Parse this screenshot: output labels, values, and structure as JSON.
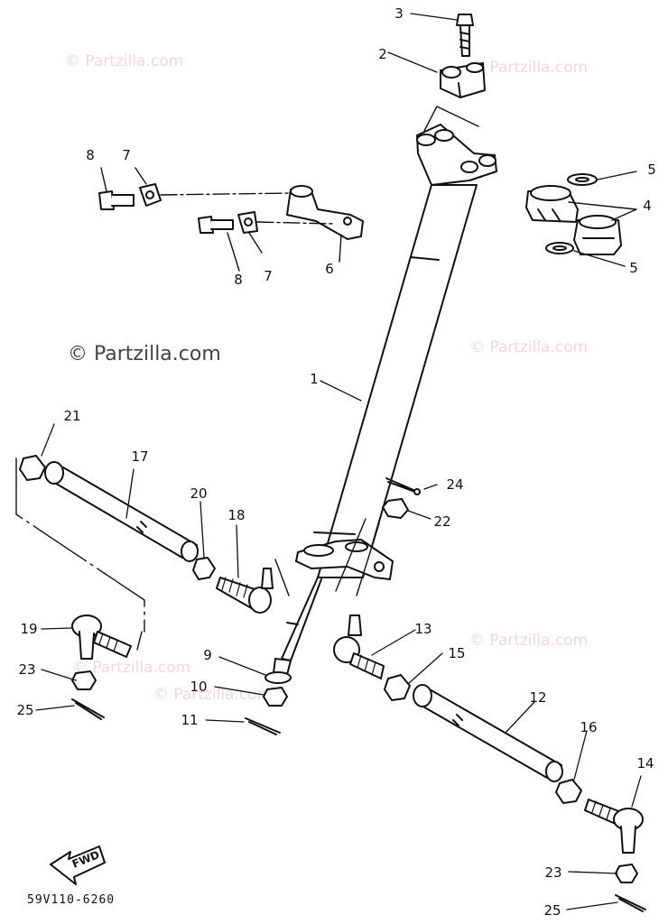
{
  "watermarks": [
    "© Partzilla.com",
    "© Partzilla.com",
    "© Partzilla.com",
    "© Partzilla.com",
    "© Partzilla.com",
    "© Partzilla.com",
    "© Partzilla.com"
  ],
  "diagram_code": "59V110-6260",
  "fwd_label": "FWD",
  "callouts": [
    "1",
    "2",
    "3",
    "4",
    "5",
    "5",
    "6",
    "7",
    "7",
    "8",
    "8",
    "9",
    "10",
    "11",
    "12",
    "13",
    "14",
    "15",
    "16",
    "17",
    "18",
    "19",
    "20",
    "21",
    "22",
    "23",
    "23",
    "24",
    "25",
    "25"
  ]
}
